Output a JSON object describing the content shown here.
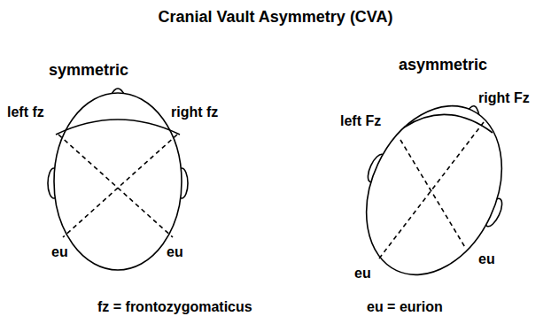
{
  "diagram": {
    "title": "Cranial Vault Asymmetry (CVA)",
    "labels": [
      "symmetric",
      "left fz",
      "right fz",
      "eu",
      "eu",
      "asymmetric",
      "left Fz",
      "right Fz",
      "eu",
      "eu",
      "fz = frontozygomaticus",
      "eu = eurion"
    ]
  }
}
